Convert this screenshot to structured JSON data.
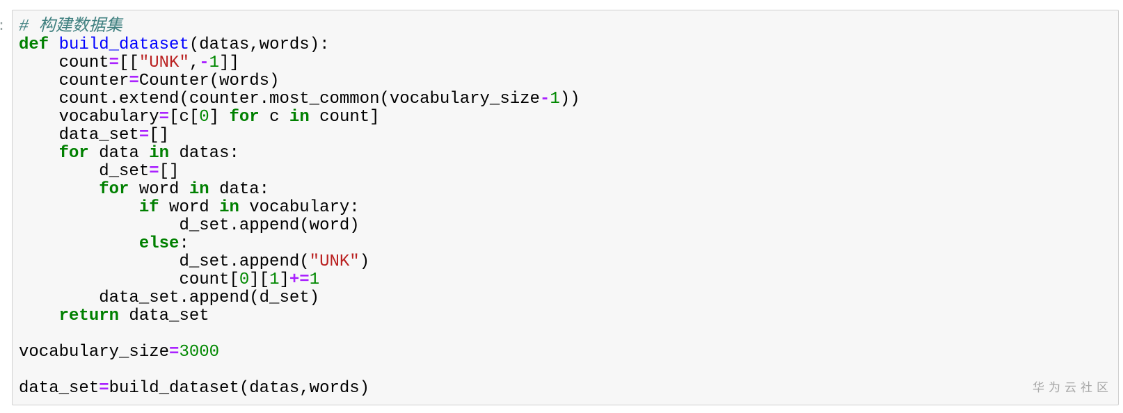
{
  "colors": {
    "page_background": "#ffffff",
    "cell_background": "#f7f7f7",
    "cell_border": "#cfcfcf",
    "text": "#000000",
    "keyword": "#008000",
    "function": "#0000ff",
    "operator": "#aa22ff",
    "string": "#ba2121",
    "number": "#008800",
    "comment": "#408080",
    "watermark": "#a8a8a8",
    "prompt": "#9aa5a5"
  },
  "prompt_fragment": ":",
  "watermark": {
    "text": "华为云社区"
  },
  "code": {
    "language": "python",
    "lines": [
      [
        {
          "t": "# 构建数据集",
          "c": "c"
        }
      ],
      [
        {
          "t": "def",
          "c": "k"
        },
        {
          "t": " ",
          "c": "p"
        },
        {
          "t": "build_dataset",
          "c": "f"
        },
        {
          "t": "(datas,words):",
          "c": "p"
        }
      ],
      [
        {
          "t": "    count",
          "c": "p"
        },
        {
          "t": "=",
          "c": "o"
        },
        {
          "t": "[[",
          "c": "p"
        },
        {
          "t": "\"UNK\"",
          "c": "s"
        },
        {
          "t": ",",
          "c": "p"
        },
        {
          "t": "-",
          "c": "o"
        },
        {
          "t": "1",
          "c": "n"
        },
        {
          "t": "]]",
          "c": "p"
        }
      ],
      [
        {
          "t": "    counter",
          "c": "p"
        },
        {
          "t": "=",
          "c": "o"
        },
        {
          "t": "Counter(words)",
          "c": "p"
        }
      ],
      [
        {
          "t": "    count.extend(counter.most_common(vocabulary_size",
          "c": "p"
        },
        {
          "t": "-",
          "c": "o"
        },
        {
          "t": "1",
          "c": "n"
        },
        {
          "t": "))",
          "c": "p"
        }
      ],
      [
        {
          "t": "    vocabulary",
          "c": "p"
        },
        {
          "t": "=",
          "c": "o"
        },
        {
          "t": "[c[",
          "c": "p"
        },
        {
          "t": "0",
          "c": "n"
        },
        {
          "t": "] ",
          "c": "p"
        },
        {
          "t": "for",
          "c": "k"
        },
        {
          "t": " c ",
          "c": "p"
        },
        {
          "t": "in",
          "c": "k"
        },
        {
          "t": " count]",
          "c": "p"
        }
      ],
      [
        {
          "t": "    data_set",
          "c": "p"
        },
        {
          "t": "=",
          "c": "o"
        },
        {
          "t": "[]",
          "c": "p"
        }
      ],
      [
        {
          "t": "    ",
          "c": "p"
        },
        {
          "t": "for",
          "c": "k"
        },
        {
          "t": " data ",
          "c": "p"
        },
        {
          "t": "in",
          "c": "k"
        },
        {
          "t": " datas:",
          "c": "p"
        }
      ],
      [
        {
          "t": "        d_set",
          "c": "p"
        },
        {
          "t": "=",
          "c": "o"
        },
        {
          "t": "[]",
          "c": "p"
        }
      ],
      [
        {
          "t": "        ",
          "c": "p"
        },
        {
          "t": "for",
          "c": "k"
        },
        {
          "t": " word ",
          "c": "p"
        },
        {
          "t": "in",
          "c": "k"
        },
        {
          "t": " data:",
          "c": "p"
        }
      ],
      [
        {
          "t": "            ",
          "c": "p"
        },
        {
          "t": "if",
          "c": "k"
        },
        {
          "t": " word ",
          "c": "p"
        },
        {
          "t": "in",
          "c": "k"
        },
        {
          "t": " vocabulary:",
          "c": "p"
        }
      ],
      [
        {
          "t": "                d_set.append(word)",
          "c": "p"
        }
      ],
      [
        {
          "t": "            ",
          "c": "p"
        },
        {
          "t": "else",
          "c": "k"
        },
        {
          "t": ":",
          "c": "p"
        }
      ],
      [
        {
          "t": "                d_set.append(",
          "c": "p"
        },
        {
          "t": "\"UNK\"",
          "c": "s"
        },
        {
          "t": ")",
          "c": "p"
        }
      ],
      [
        {
          "t": "                count[",
          "c": "p"
        },
        {
          "t": "0",
          "c": "n"
        },
        {
          "t": "][",
          "c": "p"
        },
        {
          "t": "1",
          "c": "n"
        },
        {
          "t": "]",
          "c": "p"
        },
        {
          "t": "+=",
          "c": "o"
        },
        {
          "t": "1",
          "c": "n"
        }
      ],
      [
        {
          "t": "        data_set.append(d_set)",
          "c": "p"
        }
      ],
      [
        {
          "t": "    ",
          "c": "p"
        },
        {
          "t": "return",
          "c": "k"
        },
        {
          "t": " data_set",
          "c": "p"
        }
      ],
      [],
      [
        {
          "t": "vocabulary_size",
          "c": "p"
        },
        {
          "t": "=",
          "c": "o"
        },
        {
          "t": "3000",
          "c": "n"
        }
      ],
      [],
      [
        {
          "t": "data_set",
          "c": "p"
        },
        {
          "t": "=",
          "c": "o"
        },
        {
          "t": "build_dataset(datas,words)",
          "c": "p"
        }
      ]
    ]
  }
}
